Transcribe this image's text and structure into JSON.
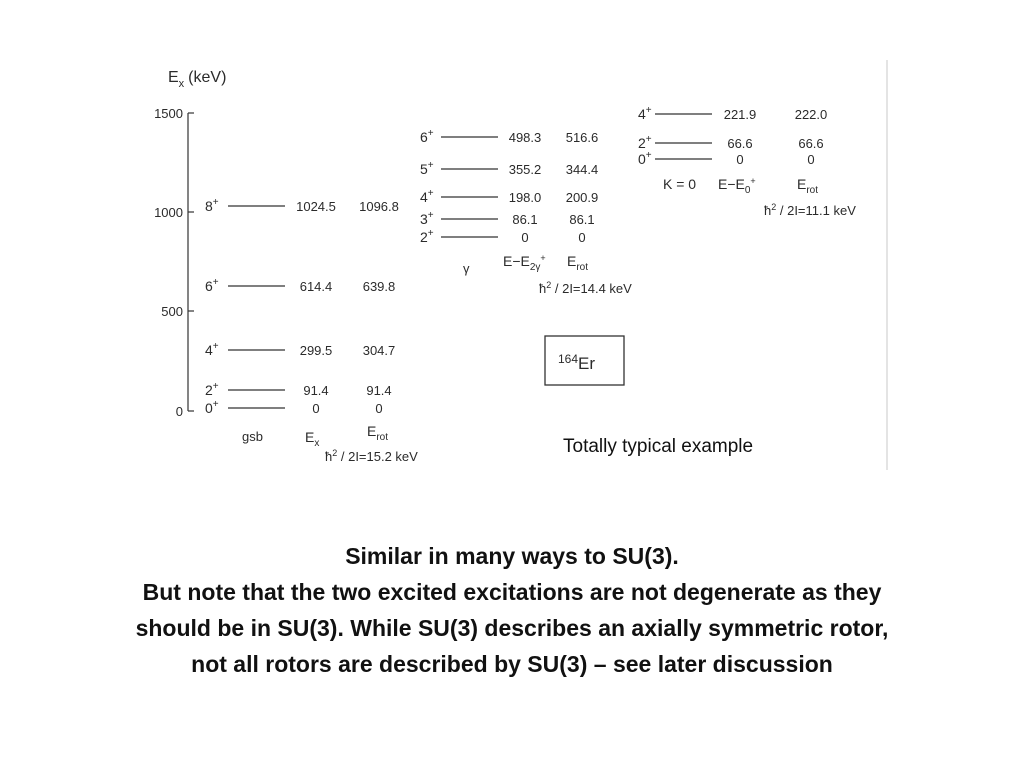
{
  "diagram": {
    "axis": {
      "label_main": "E",
      "label_sub": "x",
      "label_unit": "(keV)",
      "ticks": [
        "1500",
        "1000",
        "500",
        "0"
      ]
    },
    "gsb": {
      "name": "gsb",
      "col1": {
        "main": "E",
        "sub": "x"
      },
      "col2": {
        "main": "E",
        "sub": "rot"
      },
      "param": {
        "pre": "ħ",
        "sup": "2",
        "post": " / 2I=15.2 keV"
      },
      "levels": [
        {
          "spin": "8",
          "parity": "+",
          "ex": "1024.5",
          "erot": "1096.8"
        },
        {
          "spin": "6",
          "parity": "+",
          "ex": "614.4",
          "erot": "639.8"
        },
        {
          "spin": "4",
          "parity": "+",
          "ex": "299.5",
          "erot": "304.7"
        },
        {
          "spin": "2",
          "parity": "+",
          "ex": "91.4",
          "erot": "91.4"
        },
        {
          "spin": "0",
          "parity": "+",
          "ex": "0",
          "erot": "0"
        }
      ]
    },
    "gamma": {
      "name": "γ",
      "col1": {
        "main": "E−E",
        "sub": "2γ",
        "sup": "+"
      },
      "col2": {
        "main": "E",
        "sub": "rot"
      },
      "param": {
        "pre": "ħ",
        "sup": "2",
        "post": " / 2I=14.4 keV"
      },
      "levels": [
        {
          "spin": "6",
          "parity": "+",
          "ex": "498.3",
          "erot": "516.6"
        },
        {
          "spin": "5",
          "parity": "+",
          "ex": "355.2",
          "erot": "344.4"
        },
        {
          "spin": "4",
          "parity": "+",
          "ex": "198.0",
          "erot": "200.9"
        },
        {
          "spin": "3",
          "parity": "+",
          "ex": "86.1",
          "erot": "86.1"
        },
        {
          "spin": "2",
          "parity": "+",
          "ex": "0",
          "erot": "0"
        }
      ]
    },
    "k0": {
      "name": "K = 0",
      "col1": {
        "main": "E−E",
        "sub": "0",
        "sup": "+"
      },
      "col2": {
        "main": "E",
        "sub": "rot"
      },
      "param": {
        "pre": "ħ",
        "sup": "2",
        "post": " / 2I=11.1 keV"
      },
      "levels": [
        {
          "spin": "4",
          "parity": "+",
          "ex": "221.9",
          "erot": "222.0"
        },
        {
          "spin": "2",
          "parity": "+",
          "ex": "66.6",
          "erot": "66.6"
        },
        {
          "spin": "0",
          "parity": "+",
          "ex": "0",
          "erot": "0"
        }
      ]
    },
    "nucleus": {
      "mass": "164",
      "symbol": "Er"
    }
  },
  "caption": "Totally typical example",
  "body": {
    "line1": "Similar in many ways to SU(3).",
    "line2": "But note that the two excited excitations are not degenerate as they",
    "line3": "should be in SU(3).  While SU(3) describes an axially symmetric rotor,",
    "line4": "not all rotors are described by SU(3) – see later discussion"
  }
}
